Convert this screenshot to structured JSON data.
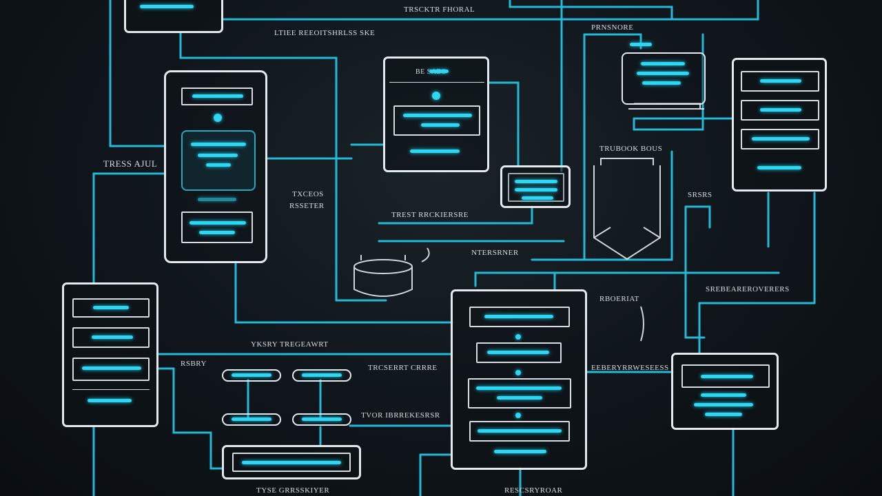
{
  "labels": {
    "top_center": "TRSCKTR FHORAL",
    "top_left": "LTIEE REEOITSHRLSS SKE",
    "top_right": "PRNSNORE",
    "left_mid": "TRESS AJUL",
    "mid_left_1": "TXCEOS",
    "mid_left_2": "RSSETER",
    "center_mid": "TREST RRCKIERSRE",
    "center_right_mid": "TRUBOOK BOUS",
    "right_mid": "SRSRS",
    "center_lower": "NTERSRNER",
    "right_lower": "SREBEAREROVERERS",
    "center_right_lower": "RBOERIAT",
    "bottom_center_title": "YKSRY TREGEAWRT",
    "bottom_left": "RSBRY",
    "bottom_mid_1": "TRCSERRT CRRRE",
    "bottom_mid_2": "TVOR IBRREKESRSR",
    "bottom_right": "EEBERYRRWESEESS",
    "bottom_edge_1": "TYSE GRRSSKIYER",
    "bottom_edge_2": "RESCSRYROAR"
  },
  "colors": {
    "wire": "#23c3e3",
    "bar": "#2fd6f2",
    "frame": "#e6eaee",
    "background": "#0f151a"
  }
}
